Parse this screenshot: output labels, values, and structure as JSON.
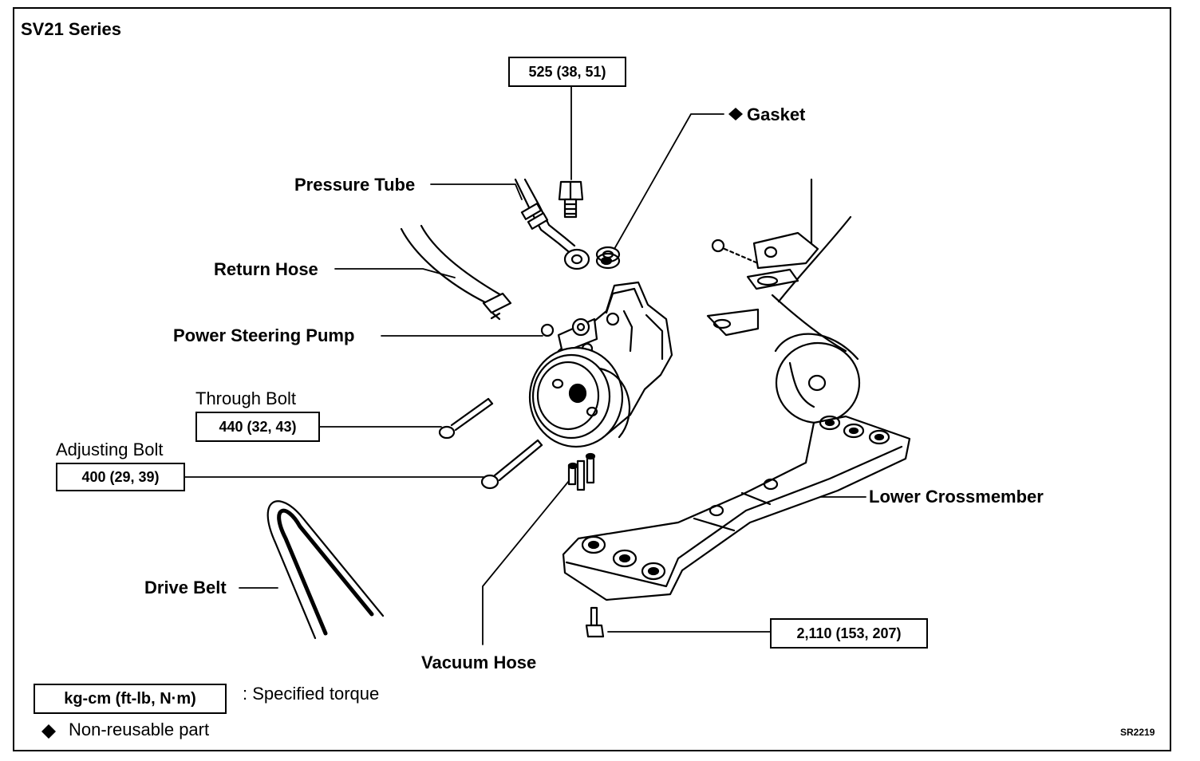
{
  "title": "SV21 Series",
  "figure_id": "SR2219",
  "labels": {
    "pressure_tube": "Pressure Tube",
    "gasket": "Gasket",
    "return_hose": "Return Hose",
    "power_steering_pump": "Power Steering Pump",
    "through_bolt": "Through Bolt",
    "adjusting_bolt": "Adjusting Bolt",
    "lower_crossmember": "Lower Crossmember",
    "drive_belt": "Drive Belt",
    "vacuum_hose": "Vacuum Hose"
  },
  "torques": {
    "union_bolt": "525 (38, 51)",
    "through_bolt": "440 (32, 43)",
    "adjusting_bolt": "400 (29, 39)",
    "crossmember_bolt": "2,110 (153, 207)"
  },
  "legend": {
    "unit_box": "kg-cm (ft-lb, N·m)",
    "unit_text": ": Specified torque",
    "nonreusable_text": "Non-reusable part"
  }
}
